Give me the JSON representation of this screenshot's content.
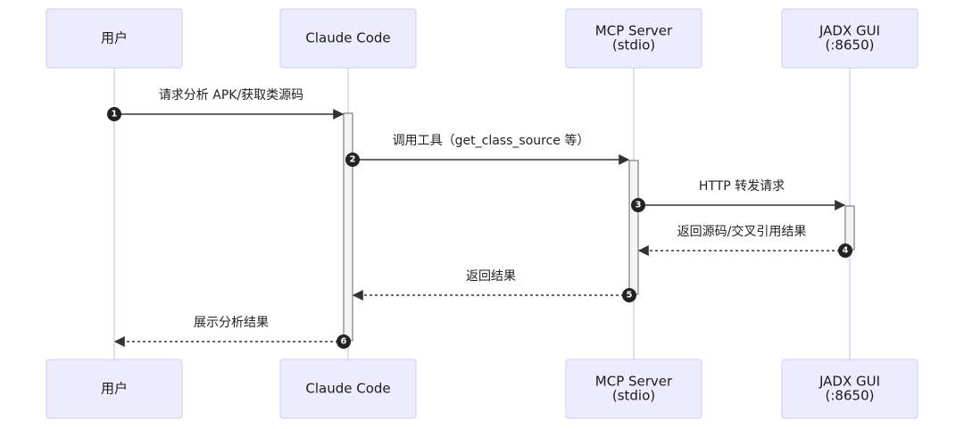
{
  "participants": [
    {
      "id": "user",
      "lines": [
        "用户"
      ]
    },
    {
      "id": "claude",
      "lines": [
        "Claude Code"
      ]
    },
    {
      "id": "mcp",
      "lines": [
        "MCP Server",
        "(stdio)"
      ]
    },
    {
      "id": "jadx",
      "lines": [
        "JADX GUI",
        "(:8650)"
      ]
    }
  ],
  "messages": [
    {
      "seq": "1",
      "from": "user",
      "to": "claude",
      "label": "请求分析 APK/获取类源码",
      "style": "solid"
    },
    {
      "seq": "2",
      "from": "claude",
      "to": "mcp",
      "label": "调用工具（get_class_source 等）",
      "style": "solid"
    },
    {
      "seq": "3",
      "from": "mcp",
      "to": "jadx",
      "label": "HTTP 转发请求",
      "style": "solid"
    },
    {
      "seq": "4",
      "from": "jadx",
      "to": "mcp",
      "label": "返回源码/交叉引用结果",
      "style": "dashed"
    },
    {
      "seq": "5",
      "from": "mcp",
      "to": "claude",
      "label": "返回结果",
      "style": "dashed"
    },
    {
      "seq": "6",
      "from": "claude",
      "to": "user",
      "label": "展示分析结果",
      "style": "dashed"
    }
  ],
  "colors": {
    "actor_fill": "#ececff",
    "actor_stroke": "#ccccff",
    "lifeline": "#d5d3f0",
    "arrow": "#333333",
    "badge": "#222222"
  }
}
